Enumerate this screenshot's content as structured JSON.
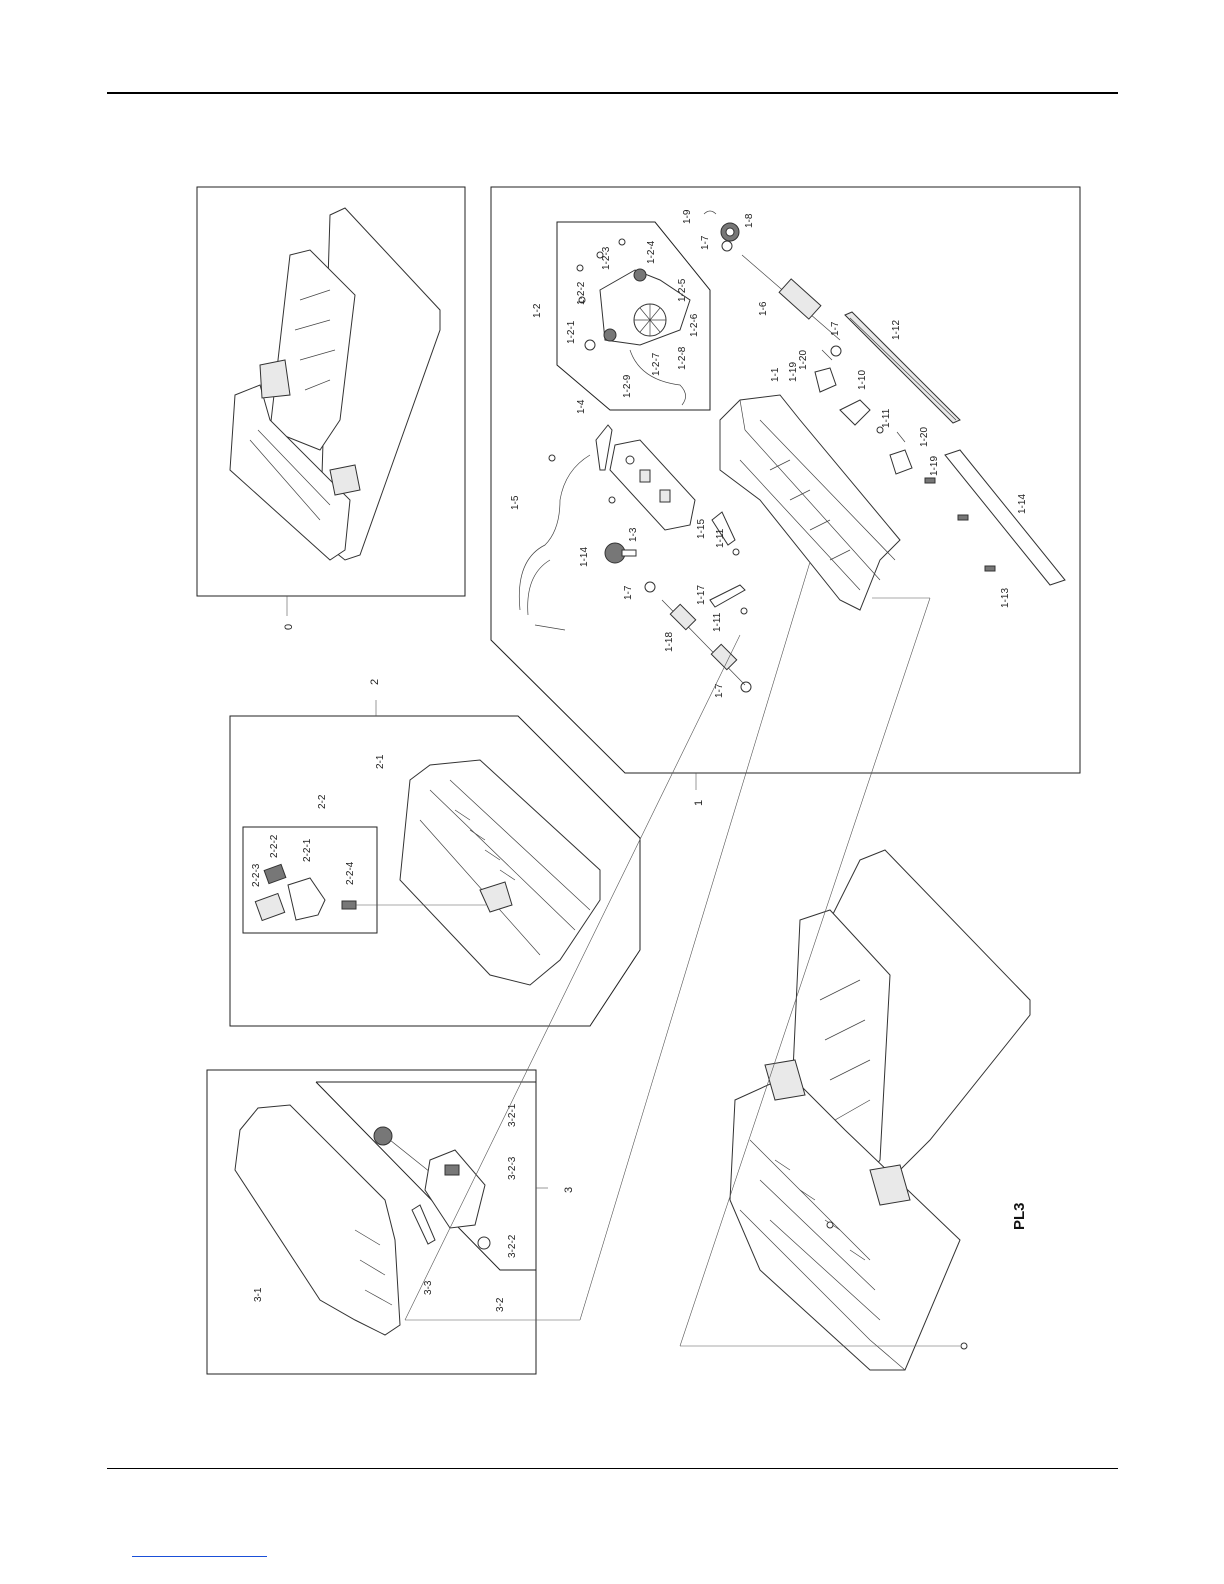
{
  "plate_label": "PL3",
  "assembly_labels": [
    "0",
    "1",
    "2",
    "3"
  ],
  "panel_1": {
    "labels": [
      "1-1",
      "1-2",
      "1-2-1",
      "1-2-2",
      "1-2-3",
      "1-2-4",
      "1-2-5",
      "1-2-6",
      "1-2-7",
      "1-2-8",
      "1-2-9",
      "1-3",
      "1-4",
      "1-5",
      "1-6",
      "1-7",
      "1-7",
      "1-7",
      "1-7",
      "1-8",
      "1-9",
      "1-10",
      "1-11",
      "1-11",
      "1-11",
      "1-12",
      "1-13",
      "1-14",
      "1-14",
      "1-15",
      "1-17",
      "1-18",
      "1-19",
      "1-19",
      "1-20",
      "1-20"
    ]
  },
  "panel_2": {
    "labels": [
      "2-1",
      "2-2",
      "2-2-1",
      "2-2-2",
      "2-2-3",
      "2-2-4"
    ]
  },
  "panel_3": {
    "labels": [
      "3-1",
      "3-2",
      "3-2-1",
      "3-2-2",
      "3-2-3",
      "3-3"
    ]
  },
  "colors": {
    "line": "#222222",
    "footer_link": "#1a4fd8"
  }
}
